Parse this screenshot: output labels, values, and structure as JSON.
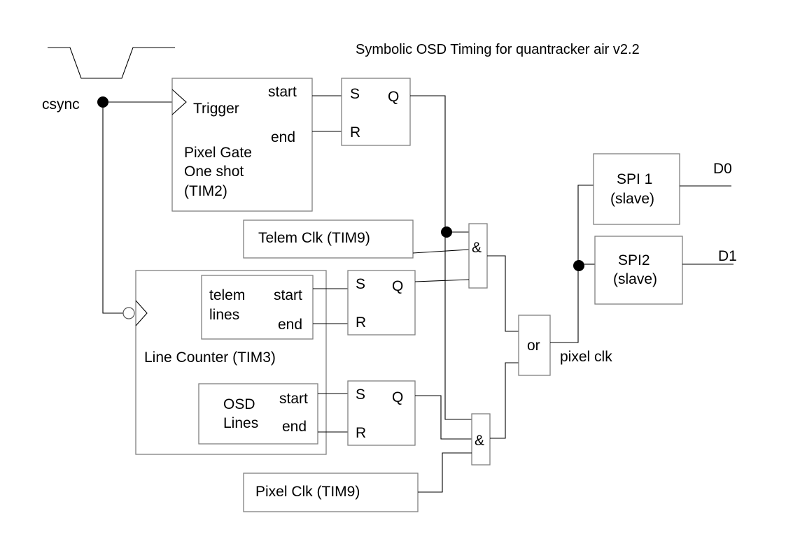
{
  "title": "Symbolic OSD Timing for quantracker air v2.2",
  "signals": {
    "csync": "csync",
    "pixel_clk": "pixel clk",
    "d0": "D0",
    "d1": "D1"
  },
  "pixel_gate": {
    "trigger": "Trigger",
    "start": "start",
    "end": "end",
    "name_line1": "Pixel Gate",
    "name_line2": "One shot",
    "name_line3": "(TIM2)"
  },
  "flipflop": {
    "s": "S",
    "r": "R",
    "q": "Q"
  },
  "telem_clk": "Telem Clk (TIM9)",
  "pixel_clk_box": "Pixel Clk (TIM9)",
  "line_counter": {
    "name": "Line Counter (TIM3)",
    "telem_line1": "telem",
    "telem_line2": "lines",
    "osd_line1": "OSD",
    "osd_line2": "Lines",
    "start": "start",
    "end": "end"
  },
  "gates": {
    "and": "&",
    "or": "or"
  },
  "spi1": {
    "line1": "SPI 1",
    "line2": "(slave)"
  },
  "spi2": {
    "line1": "SPI2",
    "line2": "(slave)"
  }
}
